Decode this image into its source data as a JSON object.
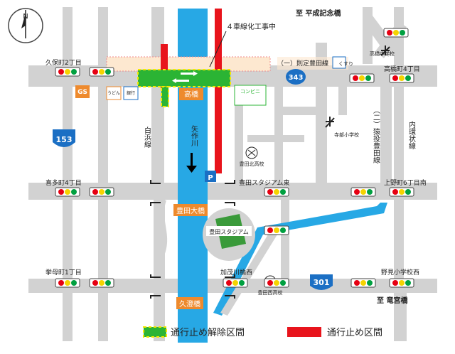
{
  "colors": {
    "road": "#d2d2d2",
    "river": "#27a8e5",
    "green_section": "#2bb434",
    "red_section": "#e8141c",
    "bridge_label_bg": "#ee8a2d",
    "stadium_grass": "#3a9a3a",
    "signal_red": "#e60012",
    "signal_yellow": "#f5d300",
    "signal_green": "#00a040",
    "route_blue": "#1b6fc4"
  },
  "labels": {
    "to_heisei": "至 平成記念橋",
    "to_ryugu": "至 竜宮橋",
    "construction": "４車線化工事中",
    "toyota_line": "（一）則定豊田線",
    "kubomachi": "久保町2丁目",
    "takahashi4": "高橋町4丁目",
    "kitamachi4": "喜多町4丁目",
    "ueno6": "上野町6丁目南",
    "toyota_stadium_east": "豊田スタジアム東",
    "kamochi": "加茂川橋西",
    "kotohira1": "挙母町1丁目",
    "nomi_school": "野見小学校西",
    "takahashi_bridge": "高橋",
    "toyota_bridge": "豊田大橋",
    "kuzumi_bridge": "久澄橋",
    "yahagi_river": "矢作川",
    "shirahama_line": "白浜線",
    "inner_ring": "内環状線",
    "sanage_line": "（二）猿投豊田線",
    "gs": "GS",
    "udon": "うどん",
    "bank": "銀行",
    "konbini": "コンビニ",
    "pharmacy": "くすり",
    "parking": "P",
    "takahashi_jhs": "高橋中学校",
    "terabe_es": "寺部小学校",
    "toyota_kita_hs": "豊田北高校",
    "toyota_nishi_hs": "豊田西高校",
    "stadium": "豊田スタジアム",
    "route_153": "153",
    "route_343": "343",
    "route_301": "301",
    "legend_green": "通行止め解除区間",
    "legend_red": "通行止め区間",
    "north": "N"
  }
}
